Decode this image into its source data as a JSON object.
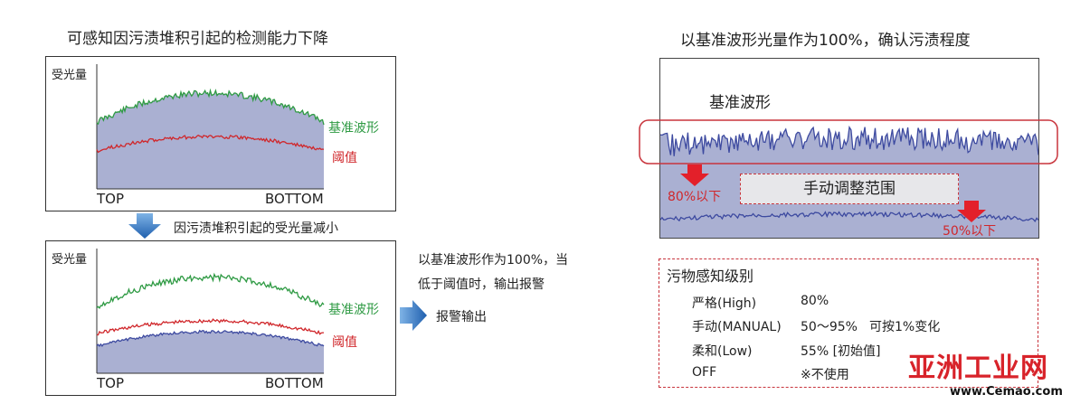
{
  "left": {
    "title": "可感知因污渍堆积引起的检测能力下降",
    "top_panel": {
      "ylabel": "受光量",
      "x_left": "TOP",
      "x_right": "BOTTOM",
      "series_reference": "基准波形",
      "series_threshold": "阈值"
    },
    "arrow_caption": "因污渍堆积引起的受光量减小",
    "bottom_panel": {
      "ylabel": "受光量",
      "x_left": "TOP",
      "x_right": "BOTTOM",
      "series_reference": "基准波形",
      "series_threshold": "阈值"
    },
    "note_line1": "以基准波形作为100%，当",
    "note_line2": "低于阈值时，输出报警",
    "alarm_output": "报警输出"
  },
  "right": {
    "title": "以基准波形光量作为100%，确认污渍程度",
    "reference_label": "基准波形",
    "manual_range": "手动调整范围",
    "lower80": "80%以下",
    "lower50": "50%以下",
    "levels_title": "污物感知级别",
    "levels": [
      {
        "name": "严格(High)",
        "value": "80%",
        "note": ""
      },
      {
        "name": "手动(MANUAL)",
        "value": "50～95%",
        "note": "可按1%变化"
      },
      {
        "name": "柔和(Low)",
        "value": "55% [初始值]",
        "note": ""
      },
      {
        "name": "OFF",
        "value": "※不使用",
        "note": ""
      }
    ]
  },
  "watermark": {
    "brand": "亚洲工业网",
    "url": "www.Cemao.com"
  },
  "colors": {
    "reference_green": "#2e9a43",
    "threshold_red": "#d0272b",
    "fill_lavender": "#aab0d2",
    "wave_blue": "#3d4aa0",
    "highlight_red": "#c8343c"
  }
}
